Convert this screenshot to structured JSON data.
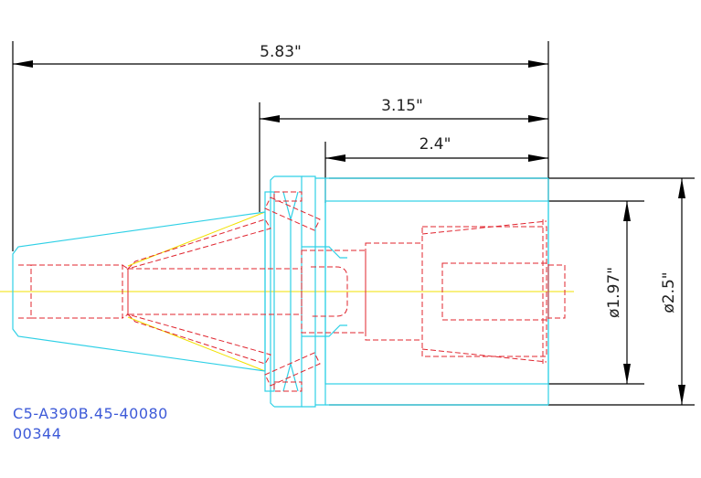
{
  "drawing": {
    "dimensions": {
      "overall_length": "5.83\"",
      "flange_to_end": "3.15\"",
      "body_length": "2.4\"",
      "inner_diameter": "ø1.97\"",
      "outer_diameter": "ø2.5\""
    },
    "part_number": "C5-A390B.45-40080",
    "serial": "00344",
    "colors": {
      "outline": "#2fd0e6",
      "hidden_lines": "#e0242e",
      "centerline": "#f1e100",
      "dimension_lines": "#000000",
      "part_label": "#3d5ad8"
    }
  }
}
